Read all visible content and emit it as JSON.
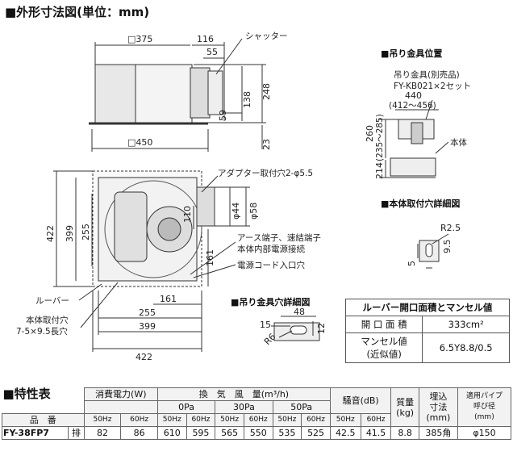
{
  "titles": {
    "outline": "■外形寸法図(単位：mm)",
    "hanger_position": "■吊り金具位置",
    "mount_hole_detail": "■本体取付穴詳細図",
    "hanger_hole_detail": "■吊り金具穴詳細図",
    "spec_table": "■特性表"
  },
  "outline_dims": {
    "d375": "□375",
    "d116": "116",
    "d55": "55",
    "shutter": "シャッター",
    "d248": "248",
    "d138": "138",
    "d59": "59",
    "d450": "□450",
    "d23": "23",
    "adapter_hole": "アダプター取付穴2-φ5.5",
    "d44": "φ44",
    "d58": "φ58",
    "d110": "110",
    "d422v": "422",
    "d399v": "399",
    "d255v": "255",
    "d161v": "161",
    "earth": "アース端子、速結端子",
    "power_conn": "本体内部電源接続",
    "cord_hole": "電源コード入口穴",
    "d161h": "161",
    "d255h": "255",
    "d399h": "399",
    "d422h": "422",
    "louver": "ルーバー",
    "mount_hole1": "本体取付穴",
    "mount_hole2": "7-5×9.5長穴"
  },
  "hanger_dims": {
    "bracket1": "吊り金具(別売品)",
    "bracket2": "FY-KB021×2セット",
    "d440": "440",
    "d412": "(412〜456)",
    "d260": "260",
    "d235": "(235〜285)",
    "d214": "214",
    "body": "本体"
  },
  "mount_hole": {
    "r25": "R2.5",
    "d95": "9.5",
    "d5": "5"
  },
  "hanger_hole": {
    "d48": "48",
    "d15": "15",
    "d12": "12",
    "r6": "R6"
  },
  "louver_table": {
    "title": "ルーバー開口面積とマンセル値",
    "rows": [
      {
        "label": "開 口 面 積",
        "value": "333cm²"
      },
      {
        "label1": "マンセル値",
        "label2": "(近似値)",
        "value": "6.5Y8.8/0.5"
      }
    ]
  },
  "spec": {
    "h_power": "消費電力(W)",
    "h_airflow": "換　気　風　量(m³/h)",
    "h_0pa": "0Pa",
    "h_30pa": "30Pa",
    "h_50pa": "50Pa",
    "h_noise": "騒音(dB)",
    "h_mass1": "質量",
    "h_mass2": "(kg)",
    "h_embed1": "埋込",
    "h_embed2": "寸法",
    "h_embed3": "(mm)",
    "h_pipe1": "適用パイプ",
    "h_pipe2": "呼び径",
    "h_pipe3": "(mm)",
    "h_model": "品　番",
    "hz50": "50Hz",
    "hz60": "60Hz",
    "row": {
      "model": "FY-38FP7",
      "type": "排",
      "p50": "82",
      "p60": "86",
      "a0_50": "610",
      "a0_60": "595",
      "a30_50": "565",
      "a30_60": "550",
      "a50_50": "535",
      "a50_60": "525",
      "n50": "42.5",
      "n60": "41.5",
      "mass": "8.8",
      "embed": "385角",
      "pipe": "φ150"
    }
  }
}
